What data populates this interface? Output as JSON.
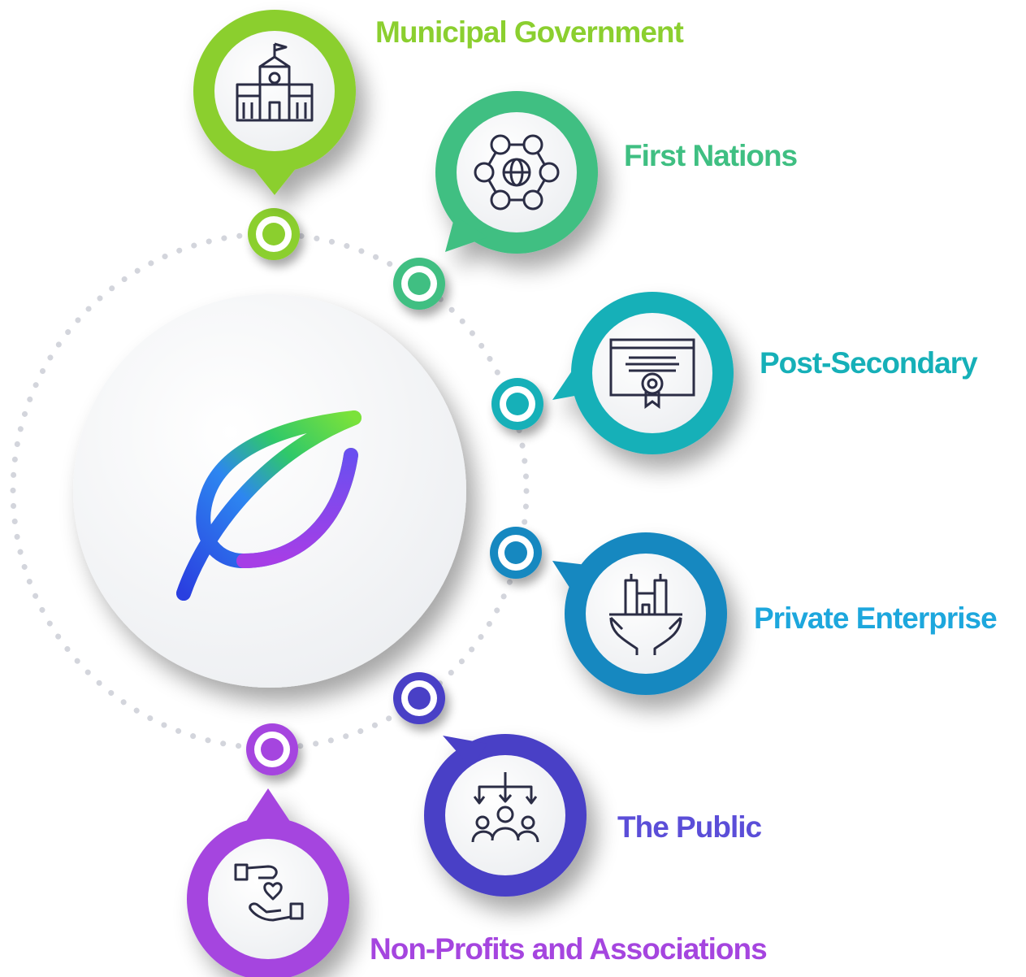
{
  "diagram": {
    "center": {
      "icon": "leaf-logo-icon"
    },
    "stakeholders": [
      {
        "id": "municipal",
        "label": "Municipal Government",
        "icon": "city-hall-icon",
        "color": "#8bcf2f"
      },
      {
        "id": "first",
        "label": "First Nations",
        "icon": "community-network-icon",
        "color": "#3fbf82"
      },
      {
        "id": "post",
        "label": "Post-Secondary",
        "icon": "diploma-certificate-icon",
        "color": "#16b0b8"
      },
      {
        "id": "private",
        "label": "Private Enterprise",
        "icon": "business-in-hands-icon",
        "color": "#1da7dd"
      },
      {
        "id": "public",
        "label": "The Public",
        "icon": "people-group-icon",
        "color": "#5b4ed8"
      },
      {
        "id": "nonprofit",
        "label": "Non-Profits and Associations",
        "icon": "heart-donation-icon",
        "color": "#a545df"
      }
    ]
  }
}
